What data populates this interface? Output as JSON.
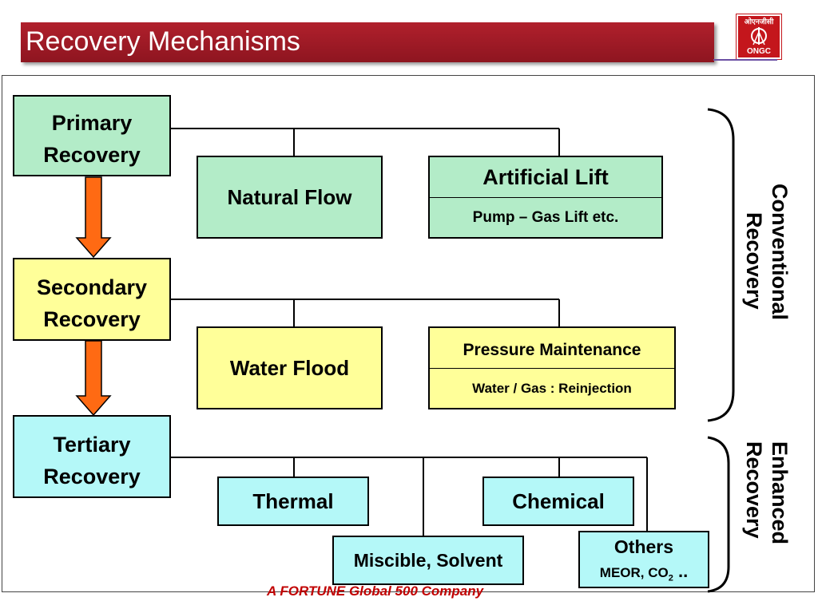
{
  "title": "Recovery Mechanisms",
  "logo": {
    "hindi": "ओएनजीसी",
    "text": "ONGC"
  },
  "footer": "A FORTUNE Global 500 Company",
  "primary": {
    "line1": "Primary",
    "line2": "Recovery"
  },
  "secondary": {
    "line1": "Secondary",
    "line2": "Recovery"
  },
  "tertiary": {
    "line1": "Tertiary",
    "line2": "Recovery"
  },
  "natural_flow": "Natural Flow",
  "artificial_lift": {
    "title": "Artificial Lift",
    "sub": "Pump – Gas Lift etc."
  },
  "water_flood": "Water Flood",
  "pressure_maintenance": {
    "title": "Pressure Maintenance",
    "sub": "Water / Gas : Reinjection"
  },
  "thermal": "Thermal",
  "chemical": "Chemical",
  "miscible": "Miscible, Solvent",
  "others": {
    "title": "Others",
    "sub": "MEOR, CO",
    "subscript": "2",
    "suffix": " .."
  },
  "conventional": {
    "line1": "Conventional",
    "line2": "Recovery"
  },
  "enhanced": {
    "line1": "Enhanced",
    "line2": "Recovery"
  },
  "colors": {
    "title_bar": "#9a1a24",
    "arrow": "#ff6a13",
    "green_box": "#b3ecc8",
    "yellow_box": "#ffff99",
    "cyan_box": "#b4f8f8"
  }
}
